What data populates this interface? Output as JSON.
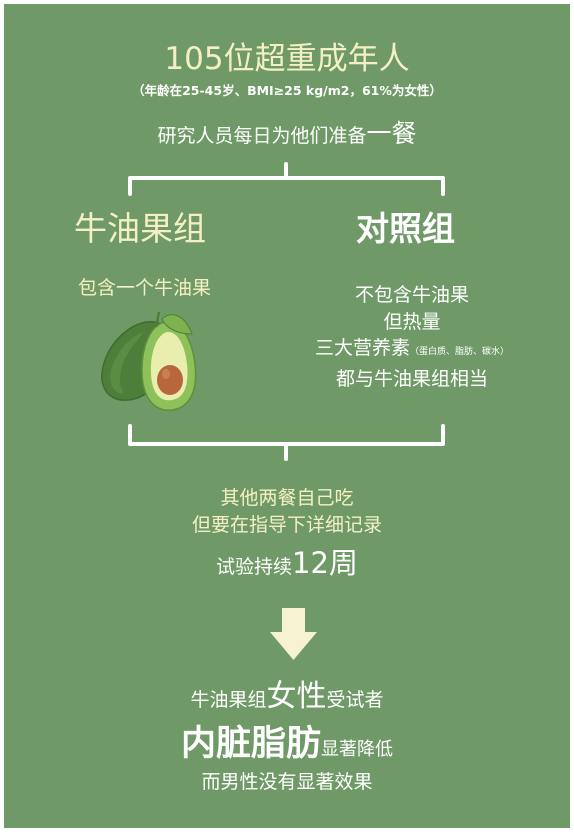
{
  "header": {
    "title": "105位超重成年人",
    "subtitle": "（年龄在25-45岁、BMI≥25 kg/m2，61%为女性）",
    "prepare_text": "研究人员每日为他们准备",
    "prepare_emph": "一餐"
  },
  "avocado_group": {
    "title": "牛油果组",
    "description": "包含一个牛油果"
  },
  "control_group": {
    "title": "对照组",
    "line1": "不包含牛油果",
    "line2": "但热量",
    "line3": "三大营养素",
    "line3_small": "（蛋白质、脂肪、碳水）",
    "line4": "都与牛油果组相当"
  },
  "procedure": {
    "line1": "其他两餐自己吃",
    "line2": "但要在指导下详细记录",
    "duration_prefix": "试验持续",
    "duration_value": "12周"
  },
  "result": {
    "line1_prefix": "牛油果组",
    "line1_emph": "女性",
    "line1_suffix": "受试者",
    "line2_emph": "内脏脂肪",
    "line2_suffix": "显著降低",
    "line3": "而男性没有显著效果"
  },
  "colors": {
    "background": "#6f9a67",
    "text_cream": "#f5f0c4",
    "text_white": "#ffffff",
    "arrow": "#f7f2cf",
    "avocado_dark": "#4d7f3a",
    "avocado_light": "#8ec15a",
    "avocado_flesh": "#e9eeae",
    "avocado_pit": "#b8673d"
  }
}
